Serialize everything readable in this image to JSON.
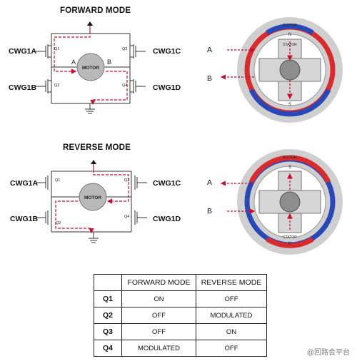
{
  "forward": {
    "title": "FORWARD MODE",
    "labels": {
      "q1_gate": "CWG1A",
      "q2_gate": "CWG1B",
      "q3_gate": "CWG1C",
      "q4_gate": "CWG1D"
    },
    "q_labels": {
      "q1": "Q1",
      "q2": "Q2",
      "q3": "Q3",
      "q4": "Q4"
    },
    "motor": "MOTOR",
    "node_a": "A",
    "node_b": "B"
  },
  "reverse": {
    "title": "REVERSE MODE",
    "labels": {
      "q1_gate": "CWG1A",
      "q2_gate": "CWG1B",
      "q3_gate": "CWG1C",
      "q4_gate": "CWG1D"
    },
    "q_labels": {
      "q1": "Q1",
      "q2": "Q2",
      "q3": "Q3",
      "q4": "Q4"
    },
    "motor": "MOTOR"
  },
  "stepper": {
    "rotor": "ROTOR",
    "stator": "STATOR",
    "pole_n": "N",
    "pole_s": "S",
    "input_a": "A",
    "input_b": "B"
  },
  "table": {
    "headers": [
      "",
      "FORWARD MODE",
      "REVERSE MODE"
    ],
    "rows": [
      {
        "q": "Q1",
        "forward": "ON",
        "reverse": "OFF"
      },
      {
        "q": "Q2",
        "forward": "OFF",
        "reverse": "MODULATED"
      },
      {
        "q": "Q3",
        "forward": "OFF",
        "reverse": "ON"
      },
      {
        "q": "Q4",
        "forward": "MODULATED",
        "reverse": "OFF"
      }
    ]
  },
  "watermark": "@回路会平台",
  "colors": {
    "current_path": "#c8102e",
    "coil_red": "#d92b2b",
    "coil_blue": "#2948b8",
    "ring_gray": "#cfcfcf"
  }
}
